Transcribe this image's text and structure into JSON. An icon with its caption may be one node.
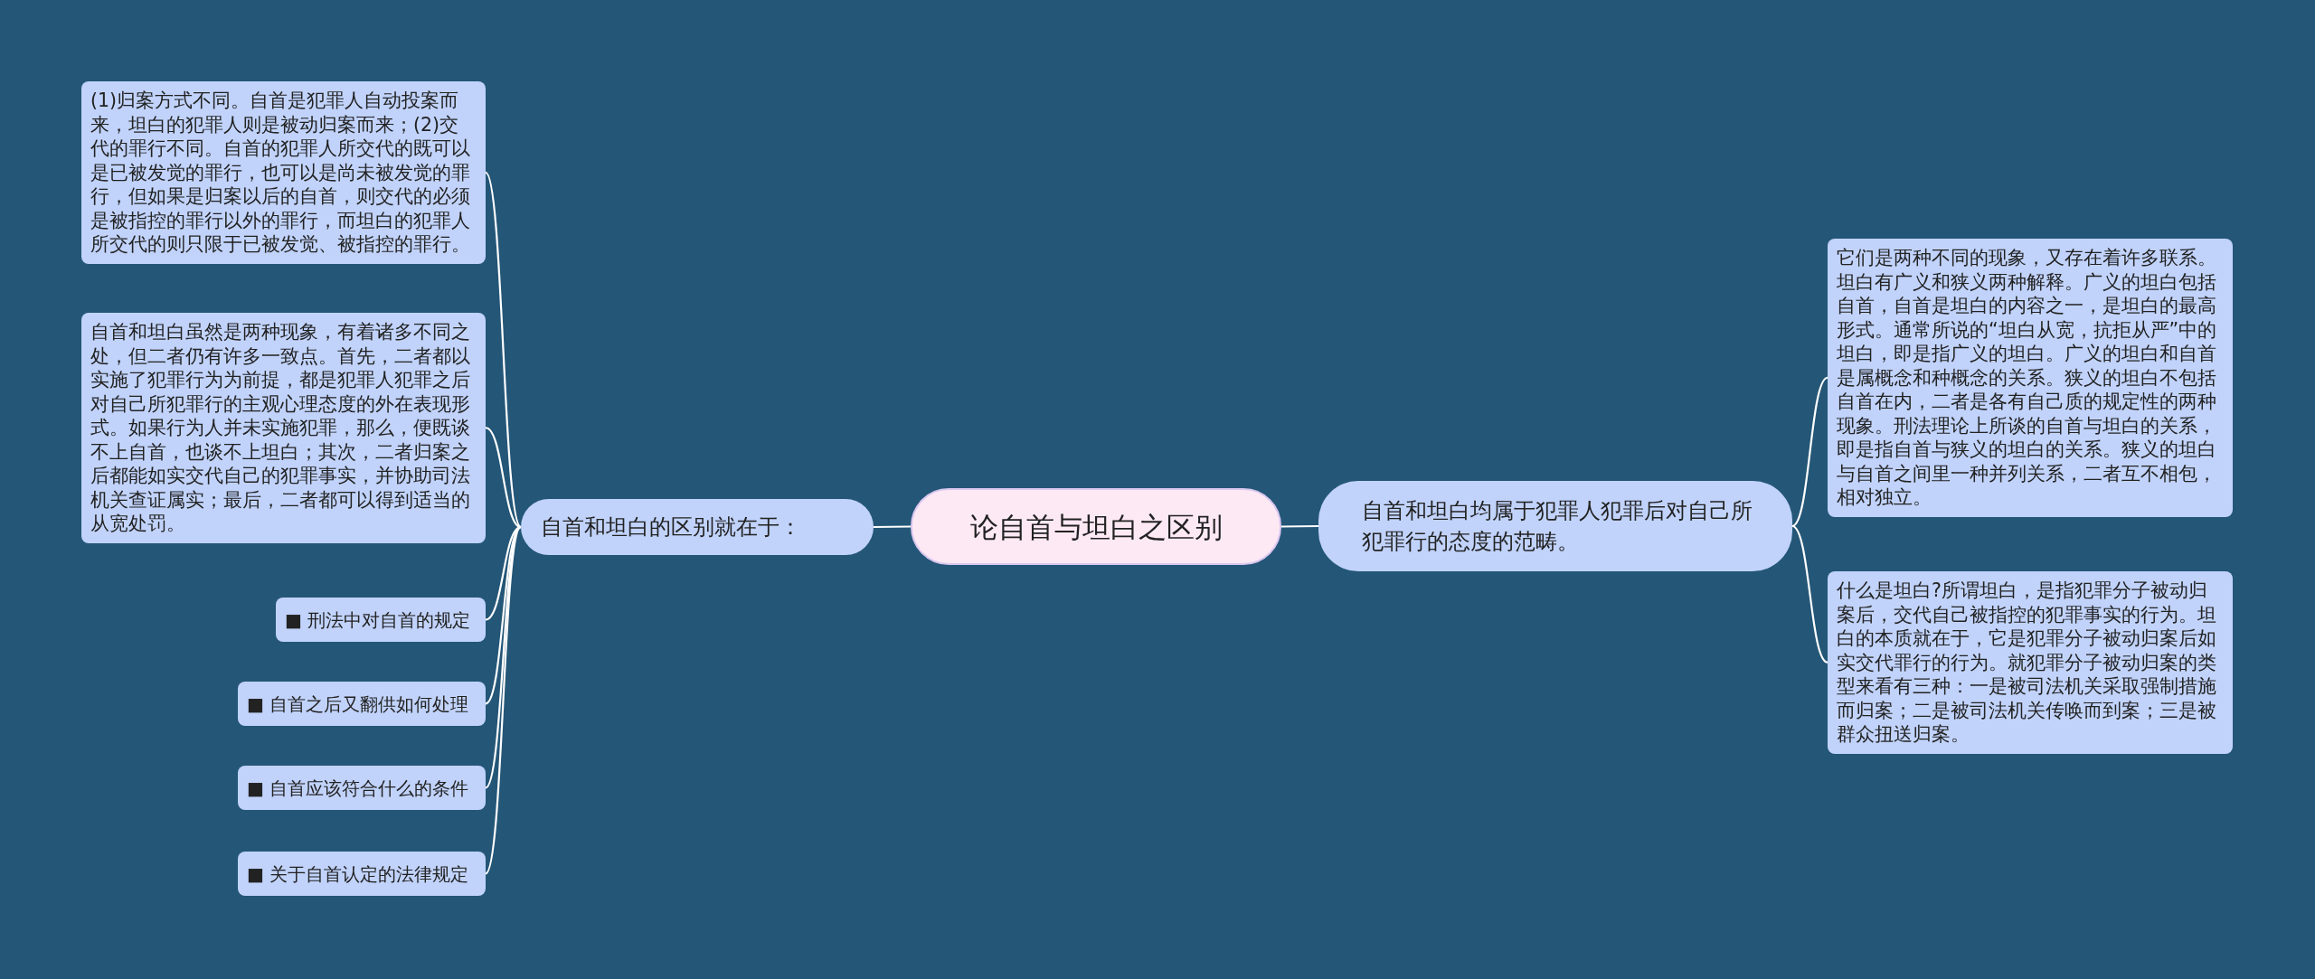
{
  "diagram": {
    "nodes": [
      {
        "text": [
          "论自首与坦白之区别"
        ]
      },
      {
        "text": [
          "自首和坦白的区别就在于："
        ]
      },
      {
        "text": [
          "自首和坦白均属于犯罪人犯罪后对自己所犯罪行的态度的范畴。"
        ]
      },
      {
        "text": [
          "(1)归案方式不同。自首是犯罪人自动投案而来，坦白的犯罪人则是被动归案而来；(2)交代的罪行不同。自首的犯罪人所交代的既可以是已被发觉的罪行，也可以是尚未被发觉的罪行，但如果是归案以后的自首，则交代的必须是被指控的罪行以外的罪行，而坦白的犯罪人所交代的则只限于已被发觉、被指控的罪行。"
        ]
      },
      {
        "text": [
          "自首和坦白虽然是两种现象，有着诸多不同之处，但二者仍有许多一致点。首先，二者都以实施了犯罪行为为前提，都是犯罪人犯罪之后对自己所犯罪行的主观心理态度的外在表现形式。如果行为人并未实施犯罪，那么，便既谈不上自首，也谈不上坦白；其次，二者归案之后都能如实交代自己的犯罪事实，并协助司法机关查证属实；最后，二者都可以得到适当的从宽处罚。"
        ]
      },
      {
        "text": [
          "■ 刑法中对自首的规定"
        ]
      },
      {
        "text": [
          "■ 自首之后又翻供如何处理"
        ]
      },
      {
        "text": [
          "■ 自首应该符合什么的条件"
        ]
      },
      {
        "text": [
          "■ 关于自首认定的法律规定"
        ]
      },
      {
        "text": [
          "它们是两种不同的现象，又存在着许多联系。坦白有广义和狭义两种解释。广义的坦白包括自首，自首是坦白的内容之一，是坦白的最高形式。通常所说的“坦白从宽，抗拒从严”中的坦白，即是指广义的坦白。广义的坦白和自首是属概念和种概念的关系。狭义的坦白不包括自首在内，二者是各有自己质的规定性的两种现象。刑法理论上所谈的自首与坦白的关系，即是指自首与狭义的坦白的关系。狭义的坦白与自首之间里一种并列关系，二者互不相包，相对独立。"
        ]
      },
      {
        "text": [
          "什么是坦白?所谓坦白，是指犯罪分子被动归案后，交代自己被指控的犯罪事实的行为。坦白的本质就在于，它是犯罪分子被动归案后如实交代罪行的行为。就犯罪分子被动归案的类型来看有三种：一是被司法机关采取强制措施而归案；二是被司法机关传唤而到案；三是被群众扭送归案。"
        ]
      }
    ],
    "edges": [
      {
        "from": 0,
        "to": 1,
        "arrow": "none"
      },
      {
        "from": 0,
        "to": 2,
        "arrow": "none"
      },
      {
        "from": 1,
        "to": 3,
        "arrow": "none"
      },
      {
        "from": 1,
        "to": 4,
        "arrow": "none"
      },
      {
        "from": 1,
        "to": 5,
        "arrow": "none"
      },
      {
        "from": 1,
        "to": 6,
        "arrow": "none"
      },
      {
        "from": 1,
        "to": 7,
        "arrow": "none"
      },
      {
        "from": 1,
        "to": 8,
        "arrow": "none"
      },
      {
        "from": 2,
        "to": 9,
        "arrow": "none"
      },
      {
        "from": 2,
        "to": 10,
        "arrow": "none"
      }
    ]
  }
}
